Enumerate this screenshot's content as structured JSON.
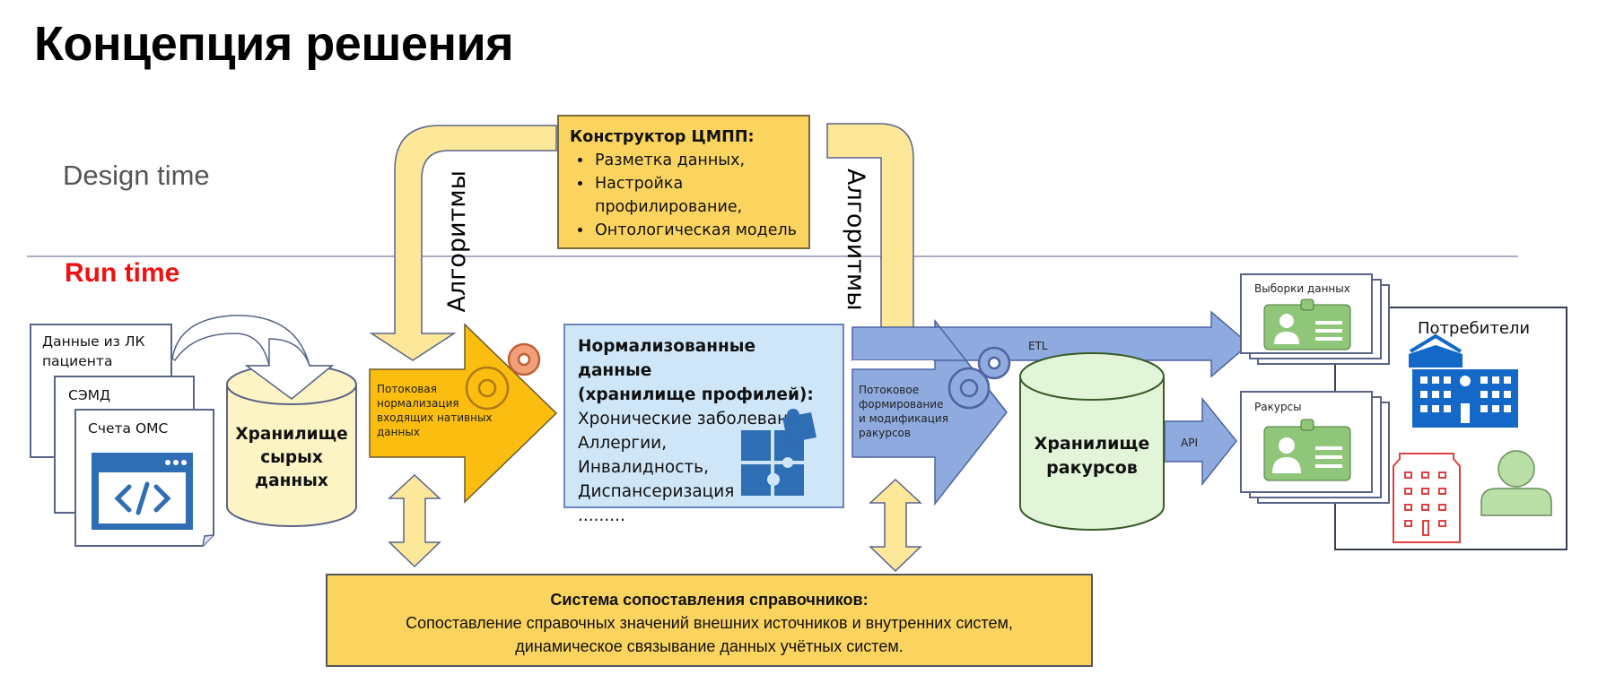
{
  "title": "Концепция решения",
  "zones": {
    "design_time": "Design time",
    "run_time": "Run time"
  },
  "colors": {
    "yellow_light": "#fde89a",
    "yellow": "#fbd460",
    "orange": "#fbbd10",
    "blue_arrow": "#8eaadf",
    "light_blue": "#cfe6f8",
    "green_light": "#e3f5d8",
    "cream": "#fcf4c4",
    "icon_blue": "#2f6db5",
    "icon_green": "#8fc67a",
    "hospital_blue": "#1468c8",
    "building_red": "#e04040",
    "run_time_red": "#ee1111"
  },
  "constructor": {
    "title": "Конструктор ЦМПП:",
    "items": [
      "Разметка данных,",
      "Настройка профилирование,",
      "Онтологическая модель"
    ]
  },
  "algorithms_left": "Алгоритмы",
  "algorithms_right": "Алгоритмы",
  "sources": {
    "doc1": "Данные из ЛК пациента",
    "doc2": "СЭМД",
    "doc3": "Счета ОМС",
    "icon": "code-window-icon"
  },
  "raw_storage": {
    "label_line1": "Хранилище",
    "label_line2": "сырых",
    "label_line3": "данных"
  },
  "normalization_step": {
    "line1": "Потоковая",
    "line2": "нормализация",
    "line3": "входящих нативных",
    "line4": "данных",
    "icon": "gears-icon"
  },
  "normalized": {
    "title_line1": "Нормализованные данные",
    "title_line2": "(хранилище профилей):",
    "items": [
      "Хронические заболевания,",
      "Аллергии,",
      "Инвалидность,",
      "Диспансеризация",
      "........."
    ],
    "icon": "puzzle-icon"
  },
  "views_step": {
    "line1": "Потоковое",
    "line2": "формирование",
    "line3": "и модификация",
    "line4": "ракурсов"
  },
  "etl_label": "ETL",
  "api_label": "API",
  "views_storage": {
    "label_line1": "Хранилище",
    "label_line2": "ракурсов"
  },
  "outputs": {
    "samples": "Выборки данных",
    "views": "Ракурсы",
    "icon": "id-card-icon"
  },
  "consumers": {
    "title": "Потребители",
    "icons": [
      "hospital-icon",
      "building-icon",
      "person-icon"
    ]
  },
  "mapping": {
    "title": "Система сопоставления справочников:",
    "line1": "Сопоставление справочных значений внешних источников и внутренних систем,",
    "line2": "динамическое связывание данных учётных систем."
  }
}
